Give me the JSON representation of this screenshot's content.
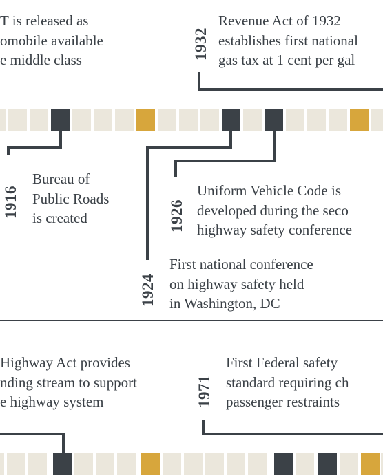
{
  "events": {
    "model_t": {
      "text": "T is released as\nomobile available\ne middle class"
    },
    "y1932": {
      "year": "1932",
      "text": "Revenue Act of 1932\nestablishes first national\ngas tax at 1 cent per gal"
    },
    "y1916": {
      "year": "1916",
      "text": "Bureau of\nPublic Roads\nis created"
    },
    "y1926": {
      "year": "1926",
      "text": "Uniform Vehicle Code is\ndeveloped during the seco\nhighway safety conference"
    },
    "y1924": {
      "year": "1924",
      "text": "First national conference\non highway safety held\nin Washington, DC"
    },
    "highway_act": {
      "text": "Highway Act provides\nnding stream to support\ne highway system"
    },
    "y1971": {
      "year": "1971",
      "text": "First Federal safety\nstandard requiring ch\npassenger restraints"
    }
  },
  "colors": {
    "dark": "#3b4147",
    "gold": "#d7a63c",
    "light": "#ebe7dc"
  }
}
